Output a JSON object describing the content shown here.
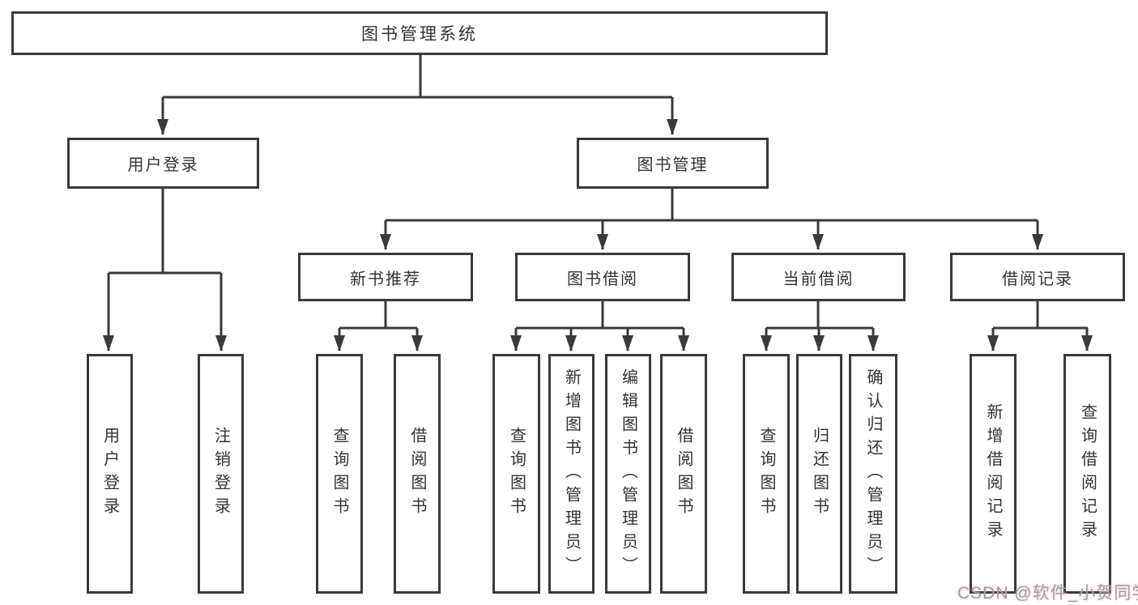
{
  "nodes": {
    "root": {
      "label": "图书管理系统"
    },
    "user_login": {
      "label": "用户登录"
    },
    "book_management": {
      "label": "图书管理"
    },
    "new_book_recommend": {
      "label": "新书推荐"
    },
    "book_borrowing": {
      "label": "图书借阅"
    },
    "current_borrowing": {
      "label": "当前借阅"
    },
    "borrowing_records": {
      "label": "借阅记录"
    },
    "leaf_user_login": {
      "label": "用户登录"
    },
    "leaf_logout": {
      "label": "注销登录"
    },
    "leaf_nb_query_books": {
      "label": "查询图书"
    },
    "leaf_nb_borrow_books": {
      "label": "借阅图书"
    },
    "leaf_bb_query_books": {
      "label": "查询图书"
    },
    "leaf_bb_add_books_admin": {
      "label": "新增图书（管理员）"
    },
    "leaf_bb_edit_books_admin": {
      "label": "编辑图书（管理员）"
    },
    "leaf_bb_borrow_books": {
      "label": "借阅图书"
    },
    "leaf_cb_query_books": {
      "label": "查询图书"
    },
    "leaf_cb_return_books": {
      "label": "归还图书"
    },
    "leaf_cb_confirm_return_admin": {
      "label": "确认归还（管理员）"
    },
    "leaf_br_add_record": {
      "label": "新增借阅记录"
    },
    "leaf_br_query_record": {
      "label": "查询借阅记录"
    }
  },
  "watermark": {
    "text": "CSDN @软件_小贺同学"
  },
  "colors": {
    "line": "#3a3a3a",
    "text": "#333333",
    "background": "#ffffff",
    "watermark": "#a79e9e"
  }
}
